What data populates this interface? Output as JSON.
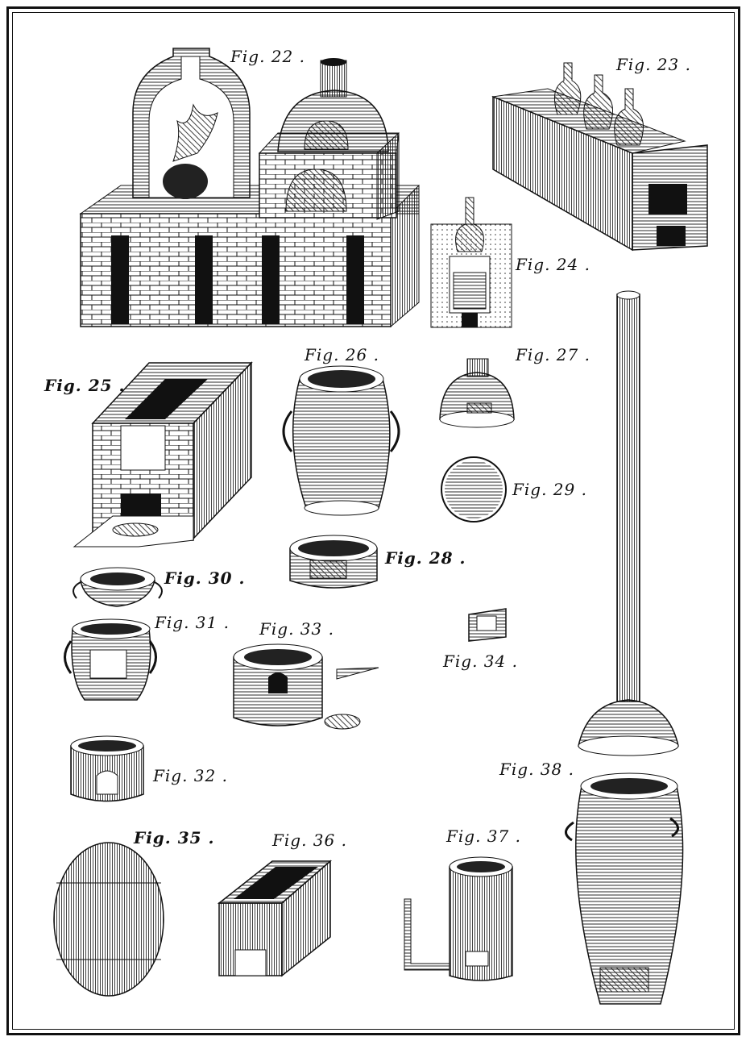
{
  "plate": {
    "figures": [
      {
        "id": "fig22",
        "label": "Fig. 22 ."
      },
      {
        "id": "fig23",
        "label": "Fig. 23 ."
      },
      {
        "id": "fig24",
        "label": "Fig. 24 ."
      },
      {
        "id": "fig25",
        "label": "Fig. 25 ."
      },
      {
        "id": "fig26",
        "label": "Fig. 26 ."
      },
      {
        "id": "fig27",
        "label": "Fig. 27 ."
      },
      {
        "id": "fig28",
        "label": "Fig. 28 ."
      },
      {
        "id": "fig29",
        "label": "Fig. 29 ."
      },
      {
        "id": "fig30",
        "label": "Fig. 30 ."
      },
      {
        "id": "fig31",
        "label": "Fig. 31 ."
      },
      {
        "id": "fig32",
        "label": "Fig. 32 ."
      },
      {
        "id": "fig33",
        "label": "Fig. 33 ."
      },
      {
        "id": "fig34",
        "label": "Fig. 34 ."
      },
      {
        "id": "fig35",
        "label": "Fig. 35 ."
      },
      {
        "id": "fig36",
        "label": "Fig. 36 ."
      },
      {
        "id": "fig37",
        "label": "Fig. 37 ."
      },
      {
        "id": "fig38",
        "label": "Fig. 38 ."
      }
    ]
  },
  "colors": {
    "ink": "#111111",
    "paper": "#ffffff",
    "shade": "#555555"
  }
}
